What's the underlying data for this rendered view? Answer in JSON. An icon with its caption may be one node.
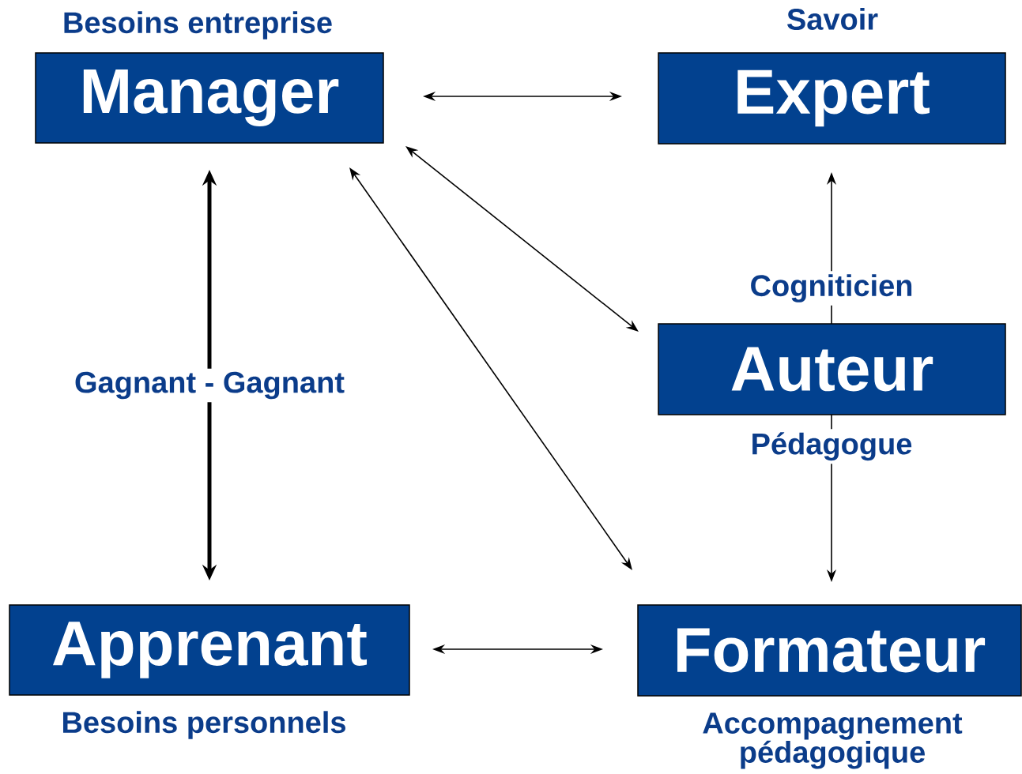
{
  "diagram": {
    "nodes": [
      {
        "text": [
          "Manager"
        ],
        "beside": [
          "Besoins entreprise"
        ]
      },
      {
        "text": [
          "Expert"
        ],
        "beside": [
          "Savoir"
        ]
      },
      {
        "text": [
          "Auteur"
        ]
      },
      {
        "text": [
          "Apprenant"
        ],
        "beside": [
          "Besoins personnels"
        ]
      },
      {
        "text": [
          "Formateur"
        ],
        "beside": [
          "Accompagnement pédagogique"
        ]
      }
    ],
    "edges": [
      {
        "from": 0,
        "to": 1,
        "arrow": "both"
      },
      {
        "from": 0,
        "to": 2,
        "arrow": "both"
      },
      {
        "from": 0,
        "to": 4,
        "arrow": "both"
      },
      {
        "from": 0,
        "to": 3,
        "arrow": "both",
        "style": "thick",
        "label": "Gagnant - Gagnant"
      },
      {
        "from": 2,
        "to": 1,
        "arrow": "to",
        "label": "Cogniticien"
      },
      {
        "from": 2,
        "to": 4,
        "arrow": "to",
        "label": "Pédagogue"
      },
      {
        "from": 3,
        "to": 4,
        "arrow": "both"
      }
    ]
  }
}
